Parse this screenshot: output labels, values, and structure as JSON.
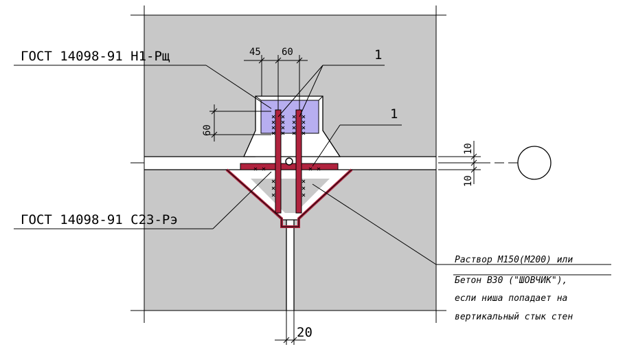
{
  "labels": {
    "gost_top": "ГОСТ 14098-91  Н1-Рщ",
    "gost_bottom": "ГОСТ 14098-91  С23-Рэ",
    "callout_1a": "1",
    "callout_1b": "1"
  },
  "dimensions": {
    "d45": "45",
    "d60_top": "60",
    "d60_side": "60",
    "d10_top": "10",
    "d10_bottom": "10",
    "d20": "20"
  },
  "note": {
    "line1": "Раствор М150(М200) или",
    "line2": "Бетон В30 (\"ШОВЧИК\"),",
    "line3": "если ниша попадает на",
    "line4": "вертикальный стык стен"
  },
  "colors": {
    "concrete": "#c8c8c8",
    "plate": "#b7aef0",
    "rebar": "#b0233e",
    "white": "#ffffff"
  }
}
